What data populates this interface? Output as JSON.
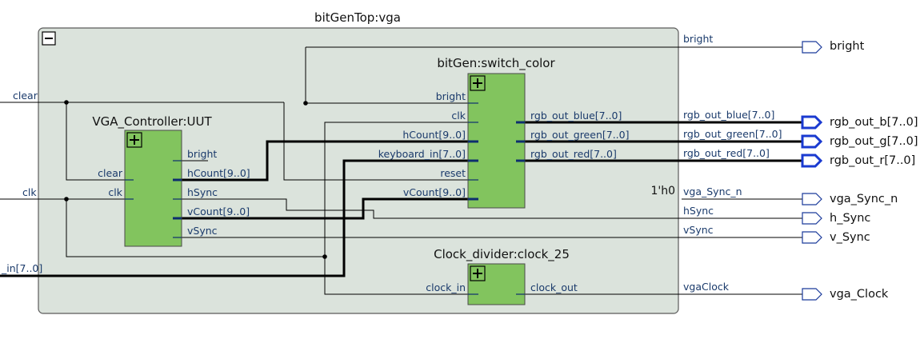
{
  "top": {
    "title": "bitGenTop:vga",
    "collapse_symbol": "−"
  },
  "inputs": {
    "clear": "clear",
    "clk": "clk",
    "keyboard_in": "_in[7..0]"
  },
  "vga_controller": {
    "title": "VGA_Controller:UUT",
    "in_clear": "clear",
    "in_clk": "clk",
    "out_bright": "bright",
    "out_hCount": "hCount[9..0]",
    "out_hSync": "hSync",
    "out_vCount": "vCount[9..0]",
    "out_vSync": "vSync"
  },
  "bitgen": {
    "title": "bitGen:switch_color",
    "in_bright": "bright",
    "in_clk": "clk",
    "in_hCount": "hCount[9..0]",
    "in_keyboard": "keyboard_in[7..0]",
    "in_reset": "reset",
    "in_vCount": "vCount[9..0]",
    "out_blue": "rgb_out_blue[7..0]",
    "out_green": "rgb_out_green[7..0]",
    "out_red": "rgb_out_red[7..0]"
  },
  "clock_divider": {
    "title": "Clock_divider:clock_25",
    "in_clock": "clock_in",
    "out_clock": "clock_out"
  },
  "right_labels": {
    "bright": "bright",
    "blue": "rgb_out_blue[7..0]",
    "green": "rgb_out_green[7..0]",
    "red": "rgb_out_red[7..0]",
    "const": "1'h0",
    "vga_sync_n": "vga_Sync_n",
    "hsync": "hSync",
    "vsync": "vSync",
    "vgaclock": "vgaClock"
  },
  "outputs": {
    "bright": "bright",
    "rgb_b": "rgb_out_b[7..0]",
    "rgb_g": "rgb_out_g[7..0]",
    "rgb_r": "rgb_out_r[7..0]",
    "vga_sync_n": "vga_Sync_n",
    "h_sync": "h_Sync",
    "v_sync": "v_Sync",
    "vga_clock": "vga_Clock"
  },
  "colors": {
    "container_fill": "#dbe3dc",
    "block_fill": "#82c45e",
    "label_blue": "#1a3a6b",
    "bus_output_pin": "#1a3ad0"
  }
}
